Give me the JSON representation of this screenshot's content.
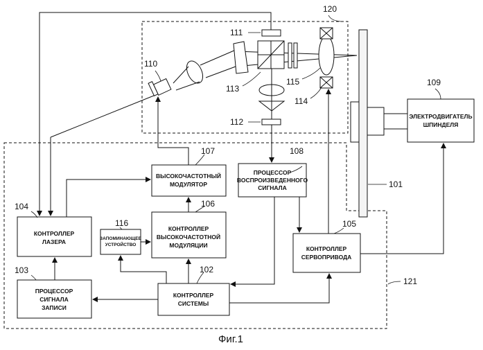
{
  "figure_label": "Фиг.1",
  "refs": {
    "r101": "101",
    "r102": "102",
    "r103": "103",
    "r104": "104",
    "r105": "105",
    "r106": "106",
    "r107": "107",
    "r108": "108",
    "r109": "109",
    "r110": "110",
    "r111": "111",
    "r112": "112",
    "r113": "113",
    "r114": "114",
    "r115": "115",
    "r116": "116",
    "r120": "120",
    "r121": "121"
  },
  "blocks": {
    "hf_modulator": [
      "ВЫСОКОЧАСТОТНЫЙ",
      "МОДУЛЯТОР"
    ],
    "playback_processor": [
      "ПРОЦЕССОР",
      "ВОСПРОИЗВЕДЕННОГО",
      "СИГНАЛА"
    ],
    "laser_controller": [
      "КОНТРОЛЛЕР",
      "ЛАЗЕРА"
    ],
    "storage": [
      "ЗАПОМИНАЮЩЕЕ",
      "УСТРОЙСТВО"
    ],
    "hf_mod_controller": [
      "КОНТРОЛЛЕР",
      "ВЫСОКОЧАСТОТНОЙ",
      "МОДУЛЯЦИИ"
    ],
    "servo_controller": [
      "КОНТРОЛЛЕР",
      "СЕРВОПРИВОДА"
    ],
    "record_processor": [
      "ПРОЦЕССОР",
      "СИГНАЛА",
      "ЗАПИСИ"
    ],
    "system_controller": [
      "КОНТРОЛЛЕР",
      "СИСТЕМЫ"
    ],
    "spindle_motor": [
      "ЭЛЕКТРОДВИГАТЕЛЬ",
      "ШПИНДЕЛЯ"
    ]
  }
}
